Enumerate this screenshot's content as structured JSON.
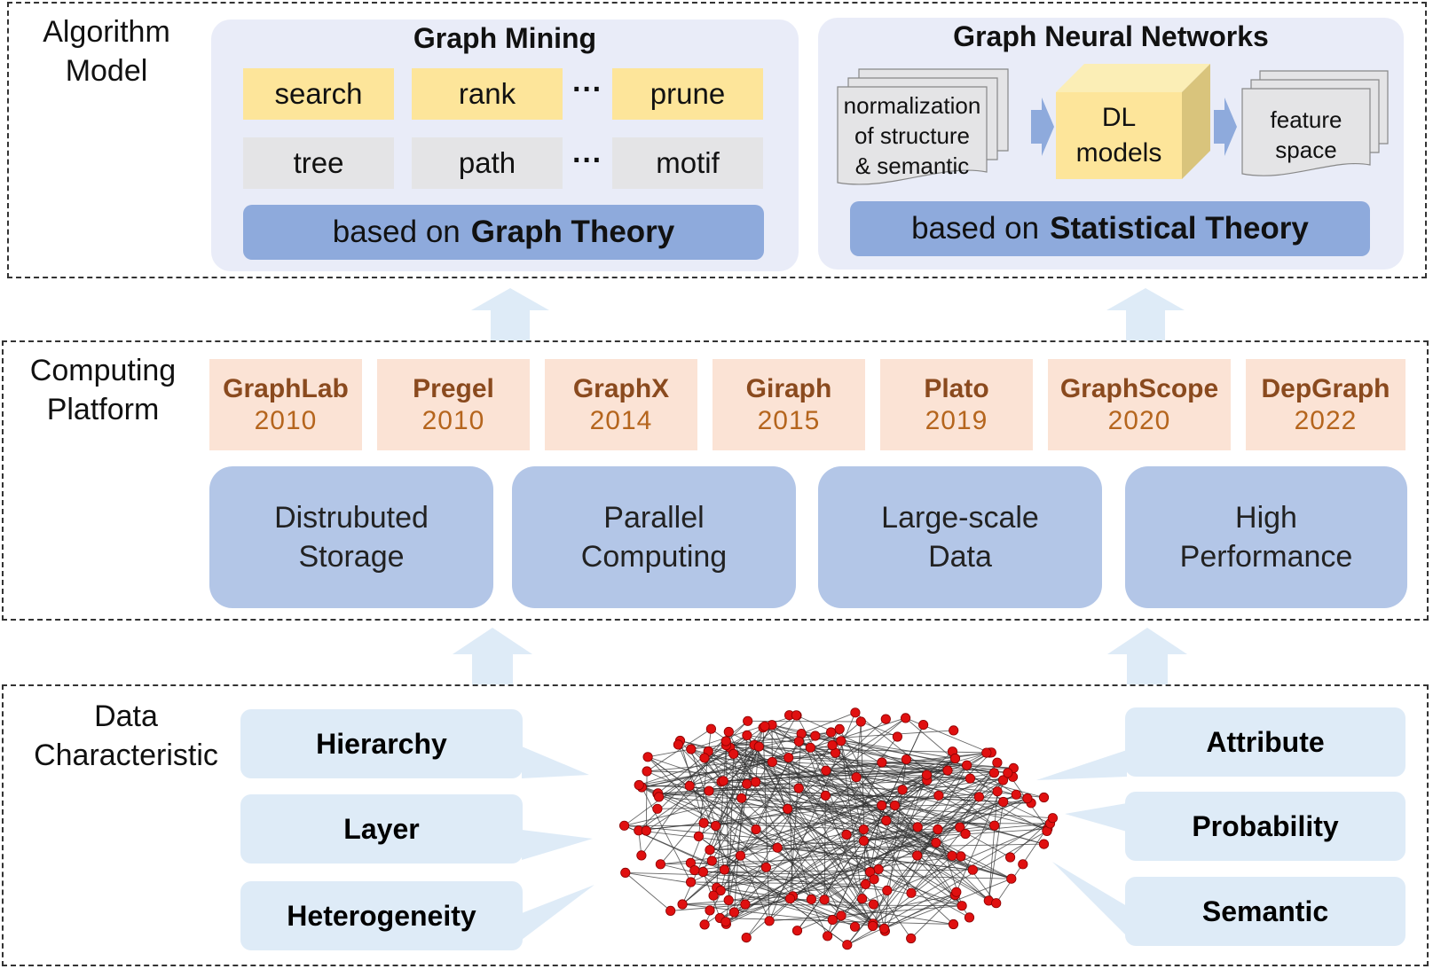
{
  "algorithm_layer": {
    "label_line1": "Algorithm",
    "label_line2": "Model",
    "graph_mining": {
      "title": "Graph Mining",
      "ops": [
        "search",
        "rank",
        "prune"
      ],
      "structures": [
        "tree",
        "path",
        "motif"
      ],
      "ellipsis": "···",
      "theory_prefix": "based on",
      "theory_name": "Graph Theory"
    },
    "gnn": {
      "title": "Graph Neural Networks",
      "input_line1": "normalization",
      "input_line2": "of structure",
      "input_line3": "& semantic",
      "model_line1": "DL",
      "model_line2": "models",
      "output_line1": "feature",
      "output_line2": "space",
      "theory_prefix": "based on",
      "theory_name": "Statistical Theory"
    }
  },
  "computing_layer": {
    "label_line1": "Computing",
    "label_line2": "Platform",
    "platforms": [
      {
        "name": "GraphLab",
        "year": "2010"
      },
      {
        "name": "Pregel",
        "year": "2010"
      },
      {
        "name": "GraphX",
        "year": "2014"
      },
      {
        "name": "Giraph",
        "year": "2015"
      },
      {
        "name": "Plato",
        "year": "2019"
      },
      {
        "name": "GraphScope",
        "year": "2020"
      },
      {
        "name": "DepGraph",
        "year": "2022"
      }
    ],
    "features": [
      {
        "line1": "Distrubuted",
        "line2": "Storage"
      },
      {
        "line1": "Parallel",
        "line2": "Computing"
      },
      {
        "line1": "Large-scale",
        "line2": "Data"
      },
      {
        "line1": "High",
        "line2": "Performance"
      }
    ]
  },
  "data_layer": {
    "label_line1": "Data",
    "label_line2": "Characteristic",
    "left": [
      "Hierarchy",
      "Layer",
      "Heterogeneity"
    ],
    "right": [
      "Attribute",
      "Probability",
      "Semantic"
    ]
  },
  "colors": {
    "panel": "#e9ecf8",
    "theory_bar": "#8eaadc",
    "op_chip": "#fde59a",
    "struct_chip": "#e4e4e6",
    "platform_chip": "#fbe3d5",
    "platform_text": "#8a4a1e",
    "feature_box": "#b3c6e7",
    "characteristic_box": "#deebf7",
    "up_arrow": "#deebf7",
    "node": "#e01010"
  }
}
